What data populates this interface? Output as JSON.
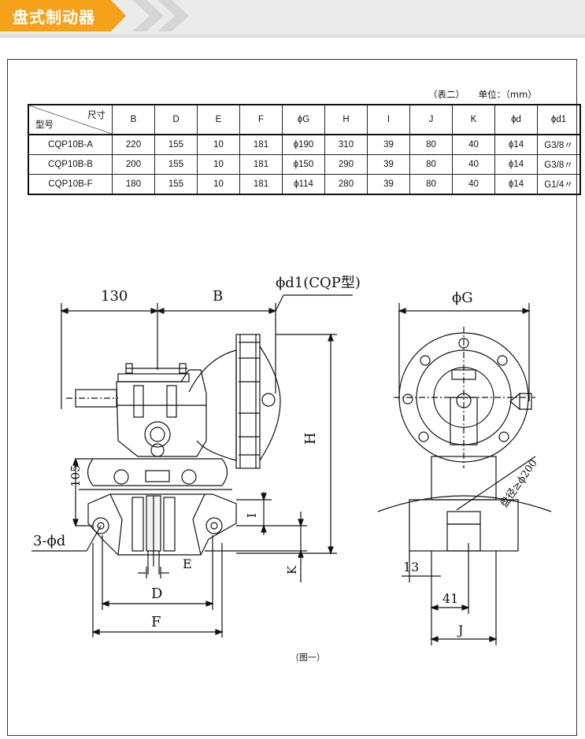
{
  "header": {
    "title": "盘式制动器",
    "accent_color": "#f5a21a"
  },
  "table": {
    "caption_left": "（表二）",
    "caption_right": "单位：（mm）",
    "corner_top": "尺寸",
    "corner_bottom": "型号",
    "columns": [
      "B",
      "D",
      "E",
      "F",
      "ϕG",
      "H",
      "I",
      "J",
      "K",
      "ϕd",
      "ϕd1"
    ],
    "rows": [
      {
        "model": "CQP10B-A",
        "values": [
          "220",
          "155",
          "10",
          "181",
          "ϕ190",
          "310",
          "39",
          "80",
          "40",
          "ϕ14",
          "G3/8〃"
        ]
      },
      {
        "model": "CQP10B-B",
        "values": [
          "200",
          "155",
          "10",
          "181",
          "ϕ150",
          "290",
          "39",
          "80",
          "40",
          "ϕ14",
          "G3/8〃"
        ]
      },
      {
        "model": "CQP10B-F",
        "values": [
          "180",
          "155",
          "10",
          "181",
          "ϕ114",
          "280",
          "39",
          "80",
          "40",
          "ϕ14",
          "G1/4〃"
        ]
      }
    ]
  },
  "diagram": {
    "labels": {
      "dim_130": "130",
      "dim_B": "B",
      "dim_d1": "ϕd1(CQP型)",
      "dim_H": "H",
      "dim_105": "105",
      "dim_I": "I",
      "dim_3d": "3-ϕd",
      "dim_E": "E",
      "dim_K": "K",
      "dim_D": "D",
      "dim_F": "F",
      "dim_G": "ϕG",
      "dim_disc": "盘径≥ϕ200",
      "dim_13": "13",
      "dim_41": "41",
      "dim_J": "J"
    },
    "caption": "（图一）"
  }
}
